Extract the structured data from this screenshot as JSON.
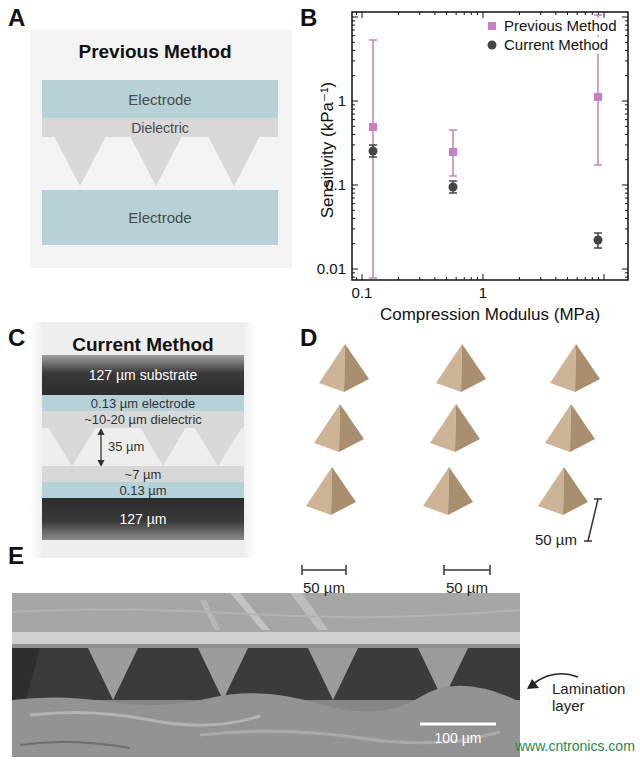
{
  "diagram": {
    "nodes": [
      {
        "text": [
          "Electrode"
        ]
      },
      {
        "text": [
          "Dielectric"
        ]
      },
      {
        "text": [
          "Electrode"
        ]
      },
      {
        "text": [
          "127 µm substrate"
        ]
      },
      {
        "text": [
          "0.13 µm electrode"
        ]
      },
      {
        "text": [
          "~10-20 µm dielectric"
        ]
      },
      {
        "text": [
          "~7 µm"
        ]
      },
      {
        "text": [
          "0.13 µm"
        ]
      },
      {
        "text": [
          "127 µm"
        ]
      }
    ],
    "labels": [
      "A",
      "Previous Method",
      "B",
      "Sensitivity (kPa⁻¹)",
      "1",
      "0.1",
      "0.01",
      "0.1",
      "1",
      "Compression Modulus (MPa)",
      "C",
      "Current Method",
      "35 µm",
      "D",
      "50 µm",
      "50 µm",
      "50 µm",
      "E",
      "Lamination layer",
      "100 µm",
      "www.cntronics.com"
    ],
    "legend": [
      {
        "text": "Previous Method"
      },
      {
        "text": "Current Method"
      }
    ]
  }
}
